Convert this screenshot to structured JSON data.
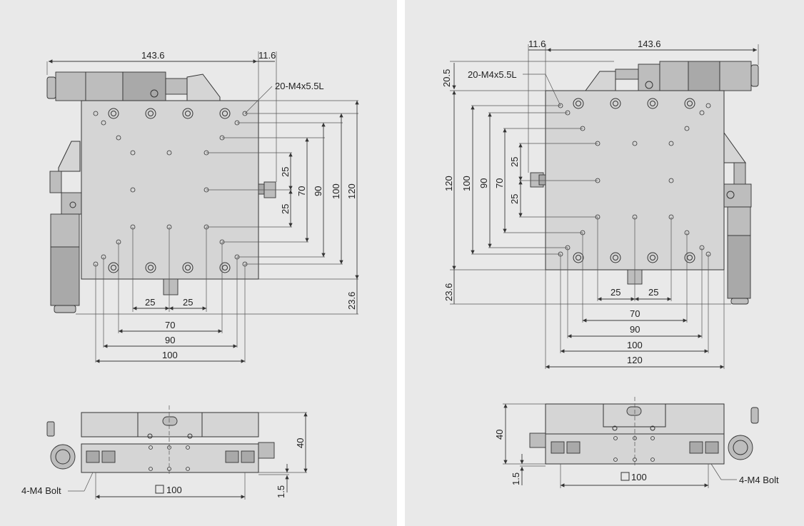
{
  "left_top": {
    "width_overall": "143.6",
    "offset": "11.6",
    "holes_callout": "20-M4x5.5L",
    "v_dims": [
      "25",
      "70",
      "25",
      "90",
      "100",
      "120"
    ],
    "v_offset": "23.6",
    "h_dims": [
      "25",
      "25",
      "70",
      "90",
      "100"
    ]
  },
  "left_side": {
    "height": "40",
    "base": "1.5",
    "square": "100",
    "bolt_callout": "4-M4 Bolt"
  },
  "right_top": {
    "offset": "11.6",
    "width_overall": "143.6",
    "top_offset": "20.5",
    "holes_callout": "20-M4x5.5L",
    "v_dims": [
      "120",
      "100",
      "90",
      "70",
      "25",
      "25"
    ],
    "v_offset": "23.6",
    "h_dims": [
      "25",
      "25",
      "70",
      "90",
      "100",
      "120"
    ]
  },
  "right_side": {
    "height": "40",
    "base": "1.5",
    "square": "100",
    "bolt_callout": "4-M4 Bolt"
  }
}
